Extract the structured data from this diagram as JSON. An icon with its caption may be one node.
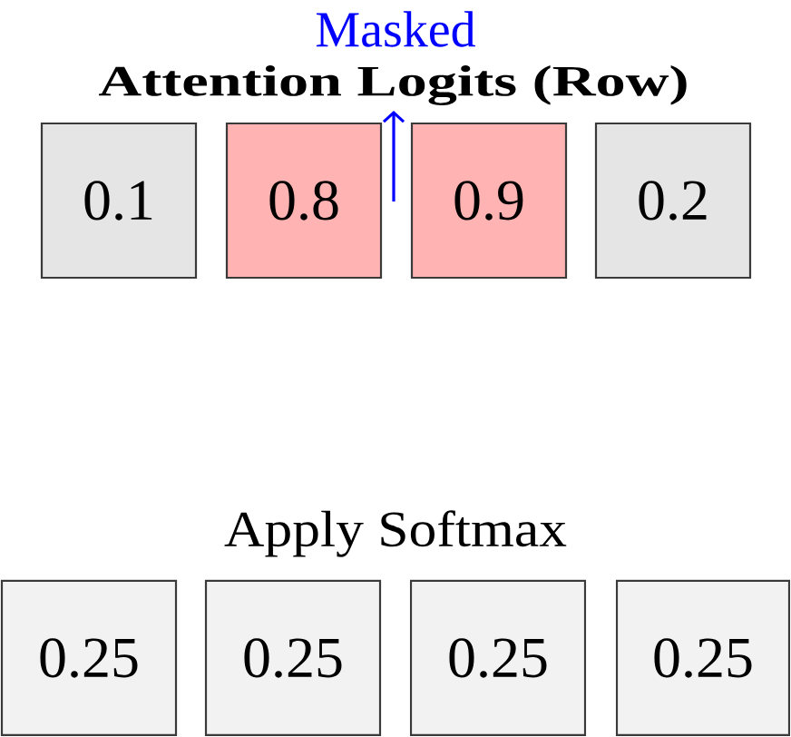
{
  "diagram": {
    "title": "Attention Logits (Row)",
    "nodes": [
      {
        "text": [
          "0.1"
        ]
      },
      {
        "text": [
          "0.8"
        ]
      },
      {
        "text": [
          "0.9"
        ]
      },
      {
        "text": [
          "0.2"
        ]
      },
      {
        "text": [
          "0.25"
        ]
      },
      {
        "text": [
          "0.25"
        ]
      },
      {
        "text": [
          "0.25"
        ]
      },
      {
        "text": [
          "0.25"
        ]
      }
    ],
    "labels": [
      "Masked",
      "Apply Softmax"
    ]
  }
}
